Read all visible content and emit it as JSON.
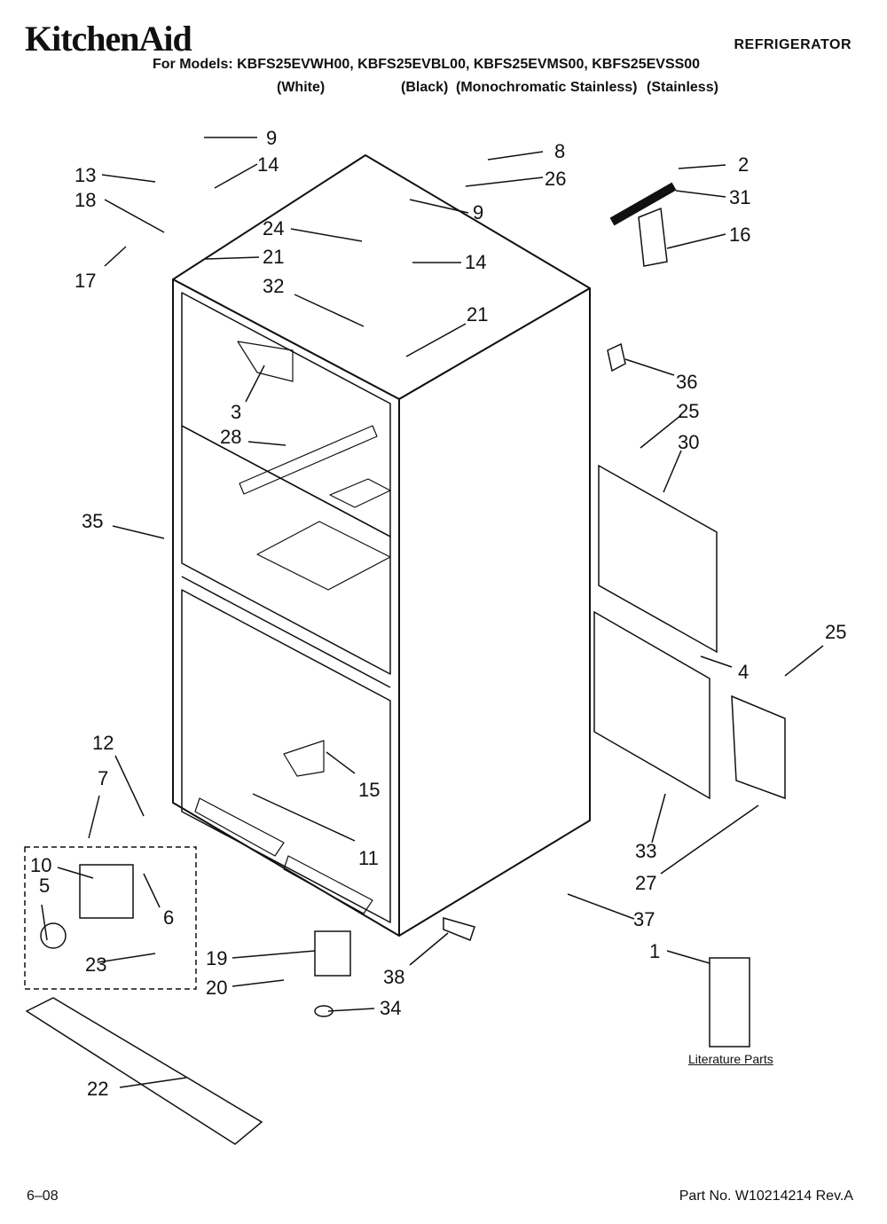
{
  "header": {
    "brand": "KitchenAid",
    "doc_type": "REFRIGERATOR",
    "models_line": "For Models: KBFS25EVWH00, KBFS25EVBL00, KBFS25EVMS00, KBFS25EVSS00",
    "colors": [
      "(White)",
      "(Black)",
      "(Monochromatic Stainless)",
      "(Stainless)"
    ]
  },
  "callouts": [
    "9",
    "13",
    "14",
    "18",
    "17",
    "21",
    "24",
    "9",
    "14",
    "32",
    "21",
    "8",
    "26",
    "2",
    "31",
    "16",
    "36",
    "25",
    "30",
    "3",
    "28",
    "35",
    "25",
    "4",
    "12",
    "7",
    "15",
    "10",
    "5",
    "6",
    "11",
    "23",
    "19",
    "20",
    "38",
    "34",
    "33",
    "27",
    "37",
    "1",
    "22"
  ],
  "literature_label": "Literature Parts",
  "footer": {
    "date_code": "6–08",
    "part_number": "Part No. W10214214 Rev.A"
  }
}
